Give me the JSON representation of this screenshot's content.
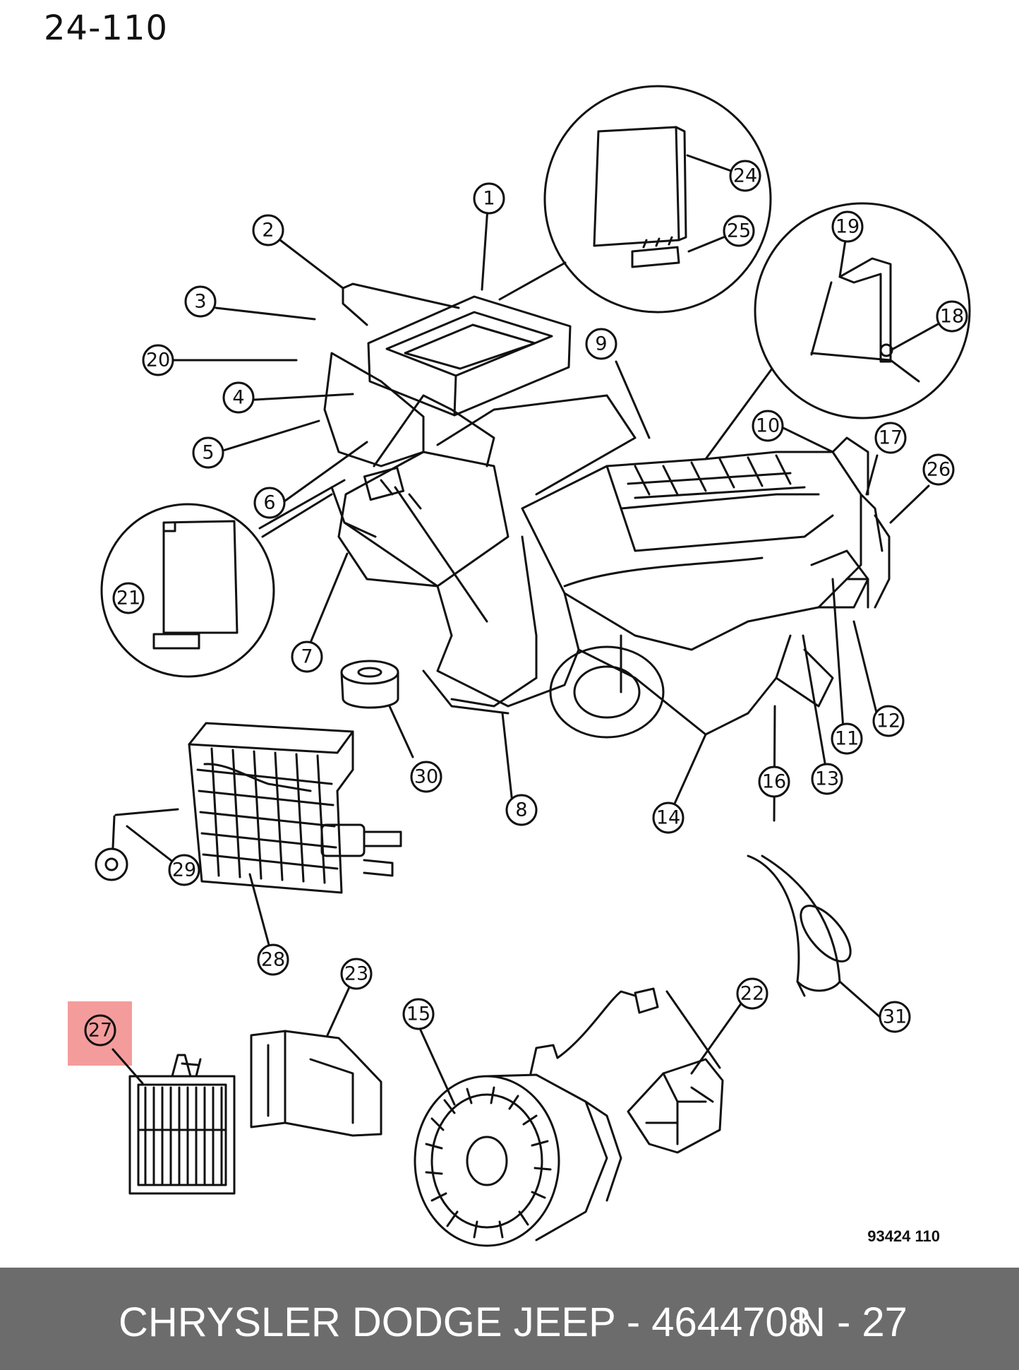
{
  "header": {
    "page_code": "24-110"
  },
  "figure_id": "93424 110",
  "footer": {
    "part_text": "CHRYSLER DODGE JEEP - 4644708",
    "ref_text": "N - 27"
  },
  "highlight_color": "#f28b8b",
  "callouts": [
    {
      "id": "1",
      "label": "1"
    },
    {
      "id": "2",
      "label": "2"
    },
    {
      "id": "3",
      "label": "3"
    },
    {
      "id": "4",
      "label": "4"
    },
    {
      "id": "5",
      "label": "5"
    },
    {
      "id": "6",
      "label": "6"
    },
    {
      "id": "7",
      "label": "7"
    },
    {
      "id": "8",
      "label": "8"
    },
    {
      "id": "9",
      "label": "9"
    },
    {
      "id": "10",
      "label": "10"
    },
    {
      "id": "11",
      "label": "11"
    },
    {
      "id": "12",
      "label": "12"
    },
    {
      "id": "13",
      "label": "13"
    },
    {
      "id": "14",
      "label": "14"
    },
    {
      "id": "15",
      "label": "15"
    },
    {
      "id": "16",
      "label": "16"
    },
    {
      "id": "17",
      "label": "17"
    },
    {
      "id": "18",
      "label": "18"
    },
    {
      "id": "19",
      "label": "19"
    },
    {
      "id": "20",
      "label": "20"
    },
    {
      "id": "21",
      "label": "21"
    },
    {
      "id": "22",
      "label": "22"
    },
    {
      "id": "23",
      "label": "23"
    },
    {
      "id": "24",
      "label": "24"
    },
    {
      "id": "25",
      "label": "25"
    },
    {
      "id": "26",
      "label": "26"
    },
    {
      "id": "27",
      "label": "27"
    },
    {
      "id": "28",
      "label": "28"
    },
    {
      "id": "29",
      "label": "29"
    },
    {
      "id": "30",
      "label": "30"
    },
    {
      "id": "31",
      "label": "31"
    }
  ],
  "highlighted_callout": "27"
}
